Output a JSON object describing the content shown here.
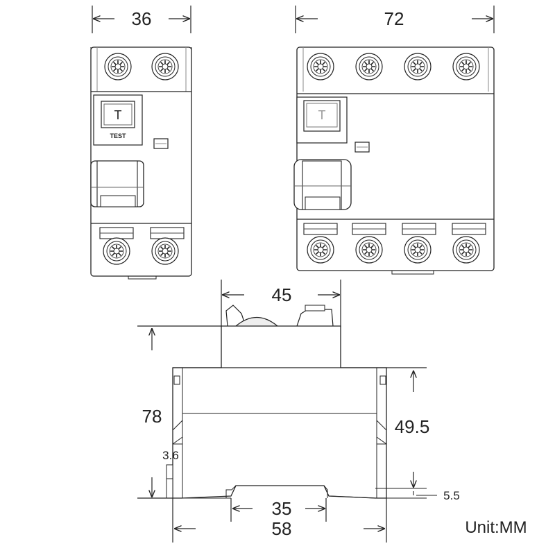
{
  "dimensions": {
    "width_2p": "36",
    "width_4p": "72",
    "top_width": "45",
    "height_total": "78",
    "height_body": "49.5",
    "rail_clip": "3.6",
    "rail_gap": "5.5",
    "rail_width": "35",
    "depth": "58"
  },
  "front_2p": {
    "test_button": "T",
    "test_label": "TEST"
  },
  "front_4p": {
    "test_button": "T"
  },
  "unit_label": "Unit:MM",
  "colors": {
    "line": "#222222",
    "fill": "#ffffff",
    "shade": "#e8e8e8"
  }
}
